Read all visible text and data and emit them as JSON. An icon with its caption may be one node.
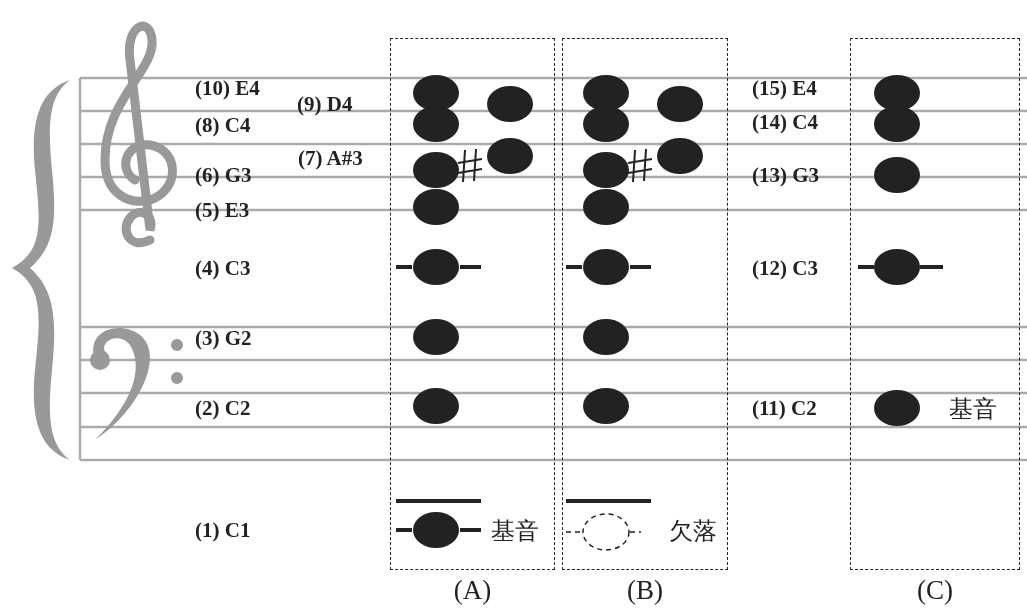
{
  "diagram": {
    "nodes": [
      {
        "text": [
          "基音",
          "(A)"
        ]
      },
      {
        "text": [
          "欠落",
          "(B)"
        ]
      },
      {
        "text": [
          "基音",
          "(C)"
        ]
      }
    ],
    "labels": [
      "(10) E4",
      "(9) D4",
      "(15) E4",
      "(8) C4",
      "(14) C4",
      "(7) A#3",
      "(6) G3",
      "(13) G3",
      "(5) E3",
      "(4) C3",
      "(12) C3",
      "(3) G2",
      "(2) C2",
      "(11) C2",
      "(1) C1"
    ]
  }
}
